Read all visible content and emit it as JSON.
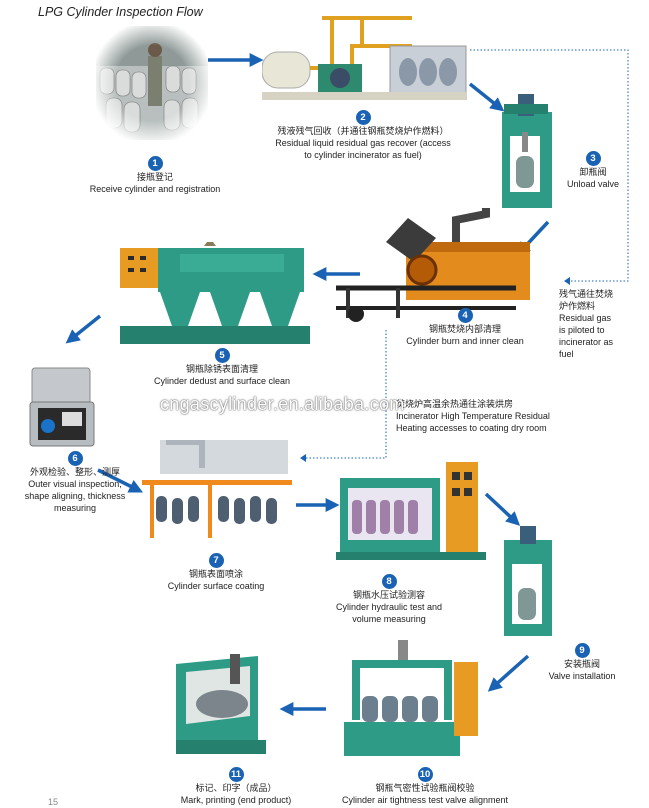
{
  "title": "LPG Cylinder Inspection Flow",
  "watermark": "cngascylinder.en.alibaba.com",
  "page_number": "15",
  "colors": {
    "badge": "#1a63b4",
    "arrow": "#1a63b4",
    "machine_green": "#2e9b86",
    "dotted": "#1a63b4"
  },
  "steps": [
    {
      "num": "1",
      "zh": "接瓶登记",
      "en": [
        "Receive cylinder and registration"
      ]
    },
    {
      "num": "2",
      "zh": "残液残气回收（并通往钢瓶焚烧炉作燃料）",
      "en": [
        "Residual liquid residual gas recover (access",
        "to cylinder incinerator as fuel)"
      ]
    },
    {
      "num": "3",
      "zh": "卸瓶阀",
      "en": [
        "Unload valve"
      ]
    },
    {
      "num": "4",
      "zh": "钢瓶焚烧内部清理",
      "en": [
        "Cylinder burn and inner clean"
      ]
    },
    {
      "num": "5",
      "zh": "钢瓶除锈表面清理",
      "en": [
        "Cylinder dedust and surface clean"
      ]
    },
    {
      "num": "6",
      "zh": "外观检验、整形、测厚",
      "en": [
        "Outer visual inspection,",
        "shape aligning, thickness",
        "measuring"
      ]
    },
    {
      "num": "7",
      "zh": "钢瓶表面喷涂",
      "en": [
        "Cylinder surface coating"
      ]
    },
    {
      "num": "8",
      "zh": "钢瓶水压试验测容",
      "en": [
        "Cylinder hydraulic test and",
        "volume measuring"
      ]
    },
    {
      "num": "9",
      "zh": "安装瓶阀",
      "en": [
        "Valve installation"
      ]
    },
    {
      "num": "10",
      "zh": "钢瓶气密性试验瓶阀校验",
      "en": [
        "Cylinder air tightness test valve alignment"
      ]
    },
    {
      "num": "11",
      "zh": "标记、印字（成品）",
      "en": [
        "Mark, printing (end product)"
      ]
    }
  ],
  "notes": {
    "residual_gas": {
      "zh": [
        "残气通往焚烧",
        "炉作燃料"
      ],
      "en": [
        "Residual gas",
        "is piloted to",
        "incinerator as",
        "fuel"
      ]
    },
    "heat": {
      "zh": "焚烧炉高温余热通往涂装烘房",
      "en": [
        "Incinerator High Temperature Residual",
        "Heating accesses to coating dry room"
      ]
    }
  }
}
